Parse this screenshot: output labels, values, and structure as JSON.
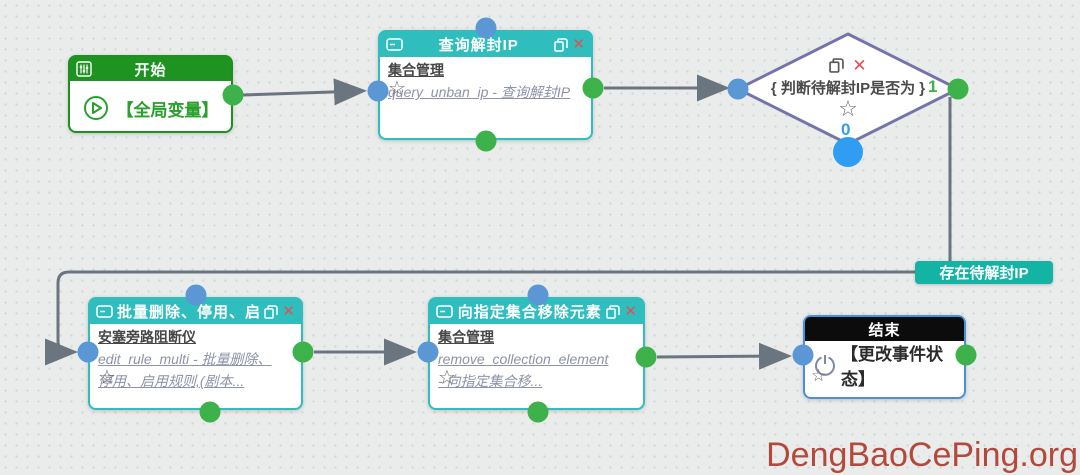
{
  "watermark": "DengBaoCePing.org",
  "colors": {
    "node_teal": "#2fbdbe",
    "start_green": "#1e9322",
    "end_header": "#0c0c0c",
    "end_border": "#4a90d9",
    "diamond_border": "#7473aa",
    "edge_gray": "#6b7580",
    "edge_label_bg": "#14b4a5",
    "port_blue": "#5b97d5",
    "port_green": "#3db24a",
    "port_big_blue": "#2e9df2",
    "close_red": "#e0524f",
    "watermark_red": "#b3493d"
  },
  "nodes": {
    "start": {
      "title": "开始",
      "body_label": "【全局变量】"
    },
    "query_unban": {
      "title": "查询解封IP",
      "app": "集合管理",
      "action_lines": [
        "query_unban_ip - 查询解封IP"
      ]
    },
    "decision": {
      "condition": "{ 判断待解封IP是否为 }",
      "true_label": "1",
      "false_label": "0"
    },
    "batch_edit": {
      "title": "批量删除、停用、启",
      "app": "安塞旁路阻断仪",
      "action_lines": [
        "edit_rule_multi - 批量删除、",
        "停用、启用规则,(剧本..."
      ]
    },
    "remove_element": {
      "title": "向指定集合移除元素",
      "app": "集合管理",
      "action_lines": [
        "remove_collection_element",
        "- 向指定集合移..."
      ]
    },
    "end": {
      "title": "结束",
      "body_label": "【更改事件状态】"
    }
  },
  "edges": {
    "true_branch_label": "存在待解封IP"
  }
}
